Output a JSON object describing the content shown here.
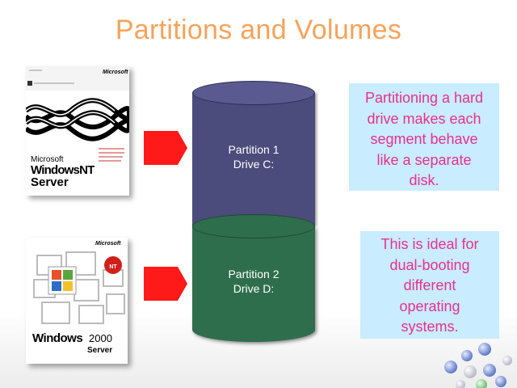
{
  "slide": {
    "title": "Partitions and Volumes"
  },
  "products": [
    {
      "name": "windows-nt-server-box",
      "brand": "Microsoft",
      "product_line1": "Microsoft",
      "product_line2": "WindowsNT",
      "product_line3": "Server"
    },
    {
      "name": "windows-2000-server-box",
      "brand": "Microsoft",
      "product_line1": "Windows",
      "product_line2": "2000",
      "product_line3": "Server",
      "badge": "NT"
    }
  ],
  "partitions": [
    {
      "line1": "Partition 1",
      "line2": "Drive C:",
      "color": "#4b4b7c"
    },
    {
      "line1": "Partition 2",
      "line2": "Drive D:",
      "color": "#2f6e4c"
    }
  ],
  "callouts": [
    {
      "lines": [
        "Partitioning a hard",
        "drive makes each",
        "segment behave",
        "like a separate",
        "disk."
      ]
    },
    {
      "lines": [
        "This is ideal for",
        "dual-booting",
        "different",
        "operating",
        "systems."
      ]
    }
  ],
  "colors": {
    "title": "#f5a35a",
    "arrow": "#ff1a1a",
    "callout_bg": "#c9ecff",
    "callout_text": "#e8308e"
  },
  "icons": [
    "right-arrow-icon",
    "decorative-bubbles-icon"
  ]
}
